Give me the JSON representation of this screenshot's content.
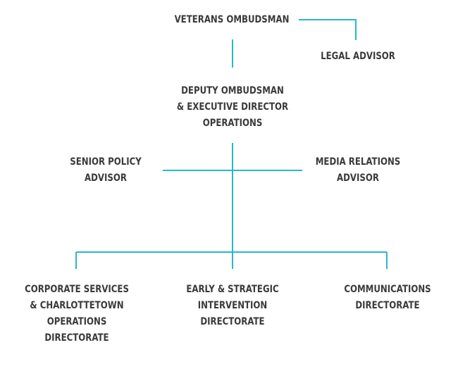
{
  "org_chart": {
    "veterans_ombudsman": "VETERANS OMBUDSMAN",
    "legal_advisor": "LEGAL ADVISOR",
    "deputy_ombudsman": "DEPUTY OMBUDSMAN\n& EXECUTIVE DIRECTOR\nOPERATIONS",
    "senior_policy_advisor": "SENIOR POLICY\nADVISOR",
    "media_relations_advisor": "MEDIA RELATIONS\nADVISOR",
    "corporate_services": "CORPORATE SERVICES\n& CHARLOTTETOWN\nOPERATIONS\nDIRECTORATE",
    "early_strategic": "EARLY & STRATEGIC\nINTERVENTION\nDIRECTORATE",
    "communications": "COMMUNICATIONS\nDIRECTORATE"
  },
  "colors": {
    "connector": "#29b6cf",
    "text": "#3a3a3a",
    "background": "#ffffff"
  }
}
